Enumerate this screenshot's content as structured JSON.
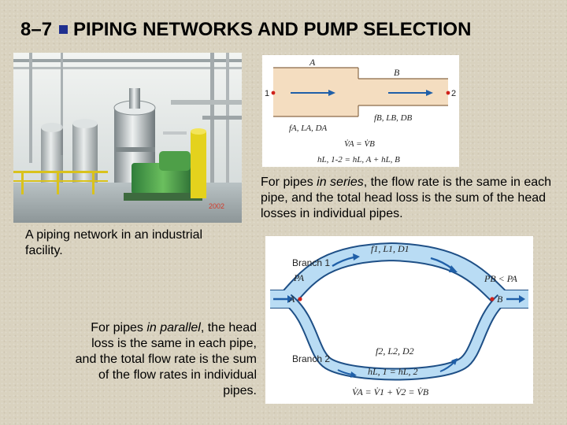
{
  "title": {
    "number": "8–7",
    "text": "PIPING NETWORKS AND PUMP SELECTION"
  },
  "photo": {
    "stamp_year": "2002"
  },
  "captions": {
    "photo": "A piping network in an industrial facility.",
    "series": {
      "before": "For pipes ",
      "emph": "in series",
      "after": ", the flow rate is the same in each pipe, and the total head loss is the sum of the head losses in individual pipes."
    },
    "parallel": {
      "before": "For pipes ",
      "emph": "in parallel",
      "after": ", the head loss is the same in each pipe, and the total flow rate is the sum of the flow rates in individual pipes."
    }
  },
  "series_figure": {
    "label_a": "A",
    "label_b": "B",
    "point_1": "1",
    "point_2": "2",
    "props_a": "fA, LA, DA",
    "props_b": "fB, LB, DB",
    "eq_flow": "V̇A = V̇B",
    "eq_head": "hL, 1-2 = hL, A + hL, B"
  },
  "parallel_figure": {
    "branch_1": "Branch 1",
    "branch_2": "Branch 2",
    "props_1": "f1, L1, D1",
    "props_2": "f2, L2, D2",
    "pressure_a": "PA",
    "pressure_cmp": "PB < PA",
    "point_a": "A",
    "point_b": "B",
    "eq_head": "hL, 1 = hL, 2",
    "eq_flow": "V̇A = V̇1 + V̇2 = V̇B"
  },
  "colors": {
    "pipe_fill": "#f4ddc0",
    "arrow_blue": "#1f5fa8",
    "branch_blue": "#8fc0e8",
    "title_bullet": "#1f2f8f"
  }
}
